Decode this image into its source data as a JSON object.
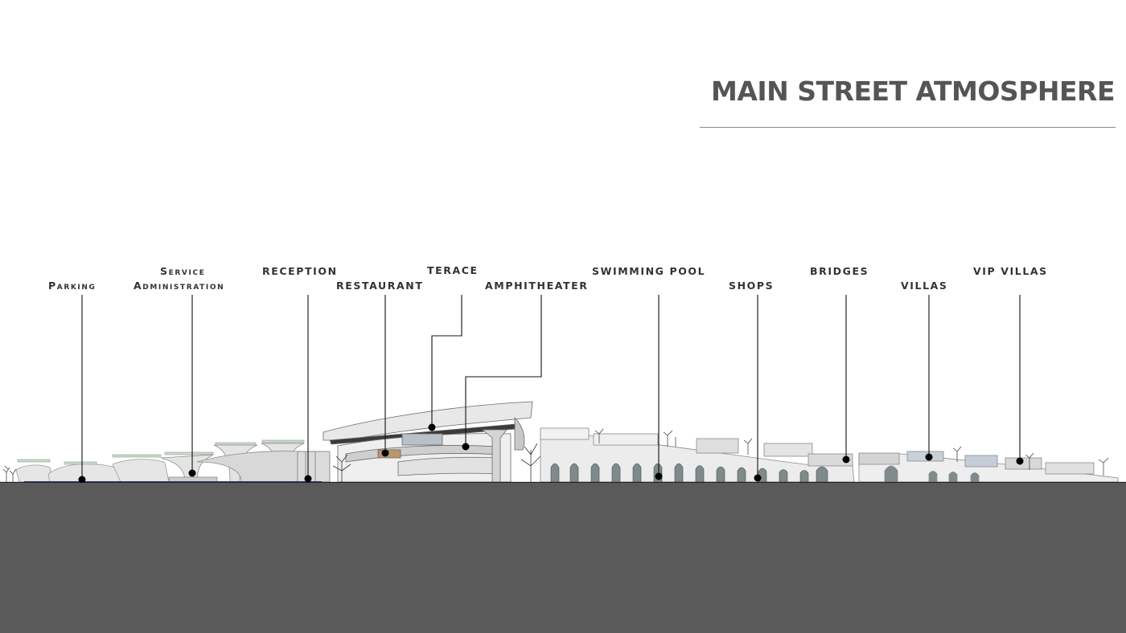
{
  "title": "MAIN STREET ATMOSPHERE",
  "labels": {
    "parking": "Parking",
    "service": "Service",
    "administration": "Administration",
    "reception": "RECEPTION",
    "restaurant": "RESTAURANT",
    "terace": "TERACE",
    "amphitheater": "AMPHITHEATER",
    "swimming_pool": "SWIMMING POOL",
    "shops": "SHOPS",
    "bridges": "BRIDGES",
    "villas": "VILLAS",
    "vip_villas": "VIP VILLAS"
  },
  "colors": {
    "title": "#555555",
    "ground": "#5a5a5a",
    "leader": "#111111",
    "building": "#e4e4e4"
  }
}
